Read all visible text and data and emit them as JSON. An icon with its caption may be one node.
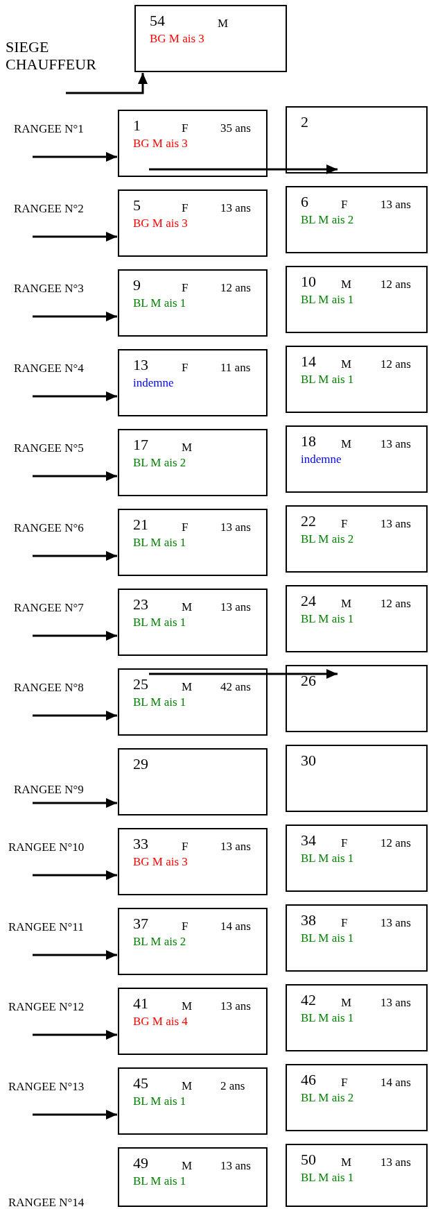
{
  "diagram": {
    "nodes": [
      {
        "text": [
          "SIEGE CHAUFFEUR"
        ]
      },
      {
        "text": [
          "54",
          "M",
          "BG M ais 3"
        ]
      },
      {
        "text": [
          "RANGEE N°1"
        ]
      },
      {
        "text": [
          "1",
          "F",
          "35 ans",
          "BG M ais 3"
        ]
      },
      {
        "text": [
          "2"
        ]
      },
      {
        "text": [
          "RANGEE N°2"
        ]
      },
      {
        "text": [
          "5",
          "F",
          "13 ans",
          "BG M ais 3"
        ]
      },
      {
        "text": [
          "6",
          "F",
          "13 ans",
          "BL M ais 2"
        ]
      },
      {
        "text": [
          "RANGEE N°3"
        ]
      },
      {
        "text": [
          "9",
          "F",
          "12 ans",
          "BL M ais 1"
        ]
      },
      {
        "text": [
          "10",
          "M",
          "12 ans",
          "BL M ais 1"
        ]
      },
      {
        "text": [
          "RANGEE N°4"
        ]
      },
      {
        "text": [
          "13",
          "F",
          "11 ans",
          "indemne"
        ]
      },
      {
        "text": [
          "14",
          "M",
          "12 ans",
          "BL M ais 1"
        ]
      },
      {
        "text": [
          "RANGEE N°5"
        ]
      },
      {
        "text": [
          "17",
          "M",
          "BL M ais 2"
        ]
      },
      {
        "text": [
          "18",
          "M",
          "13 ans",
          "indemne"
        ]
      },
      {
        "text": [
          "RANGEE N°6"
        ]
      },
      {
        "text": [
          "21",
          "F",
          "13 ans",
          "BL M ais 1"
        ]
      },
      {
        "text": [
          "22",
          "F",
          "13 ans",
          "BL M ais 2"
        ]
      },
      {
        "text": [
          "RANGEE N°7"
        ]
      },
      {
        "text": [
          "23",
          "M",
          "13 ans",
          "BL M ais 1"
        ]
      },
      {
        "text": [
          "24",
          "M",
          "12 ans",
          "BL M ais 1"
        ]
      },
      {
        "text": [
          "RANGEE N°8"
        ]
      },
      {
        "text": [
          "25",
          "M",
          "42 ans",
          "BL M ais 1"
        ]
      },
      {
        "text": [
          "26"
        ]
      },
      {
        "text": [
          "RANGEE N°9"
        ]
      },
      {
        "text": [
          "29"
        ]
      },
      {
        "text": [
          "30"
        ]
      },
      {
        "text": [
          "RANGEE N°10"
        ]
      },
      {
        "text": [
          "33",
          "F",
          "13 ans",
          "BG M ais 3"
        ]
      },
      {
        "text": [
          "34",
          "F",
          "12 ans",
          "BL M ais 1"
        ]
      },
      {
        "text": [
          "RANGEE N°11"
        ]
      },
      {
        "text": [
          "37",
          "F",
          "14 ans",
          "BL M ais 2"
        ]
      },
      {
        "text": [
          "38",
          "F",
          "13 ans",
          "BL M ais 1"
        ]
      },
      {
        "text": [
          "RANGEE N°12"
        ]
      },
      {
        "text": [
          "41",
          "M",
          "13 ans",
          "BG M ais 4"
        ]
      },
      {
        "text": [
          "42",
          "M",
          "13 ans",
          "BL M ais 1"
        ]
      },
      {
        "text": [
          "RANGEE N°13"
        ]
      },
      {
        "text": [
          "45",
          "M",
          "2 ans",
          "BL M ais 1"
        ]
      },
      {
        "text": [
          "46",
          "F",
          "14 ans",
          "BL M ais 2"
        ]
      },
      {
        "text": [
          "RANGEE N°14"
        ]
      },
      {
        "text": [
          "49",
          "M",
          "13 ans",
          "BL M ais 1"
        ]
      },
      {
        "text": [
          "50",
          "M",
          "13 ans",
          "BL M ais 1"
        ]
      }
    ],
    "edges": [
      {
        "from": 0,
        "to": 1,
        "arrow": "to"
      },
      {
        "from": 2,
        "to": 3,
        "arrow": "to"
      },
      {
        "from": 3,
        "to": 4,
        "arrow": "to"
      },
      {
        "from": 5,
        "to": 6,
        "arrow": "to"
      },
      {
        "from": 8,
        "to": 9,
        "arrow": "to"
      },
      {
        "from": 11,
        "to": 12,
        "arrow": "to"
      },
      {
        "from": 14,
        "to": 15,
        "arrow": "to"
      },
      {
        "from": 17,
        "to": 18,
        "arrow": "to"
      },
      {
        "from": 20,
        "to": 21,
        "arrow": "to"
      },
      {
        "from": 23,
        "to": 24,
        "arrow": "to"
      },
      {
        "from": 24,
        "to": 25,
        "arrow": "to"
      },
      {
        "from": 26,
        "to": 27,
        "arrow": "to"
      },
      {
        "from": 29,
        "to": 30,
        "arrow": "to"
      },
      {
        "from": 32,
        "to": 33,
        "arrow": "to"
      },
      {
        "from": 35,
        "to": 36,
        "arrow": "to"
      },
      {
        "from": 38,
        "to": 39,
        "arrow": "to"
      }
    ]
  }
}
